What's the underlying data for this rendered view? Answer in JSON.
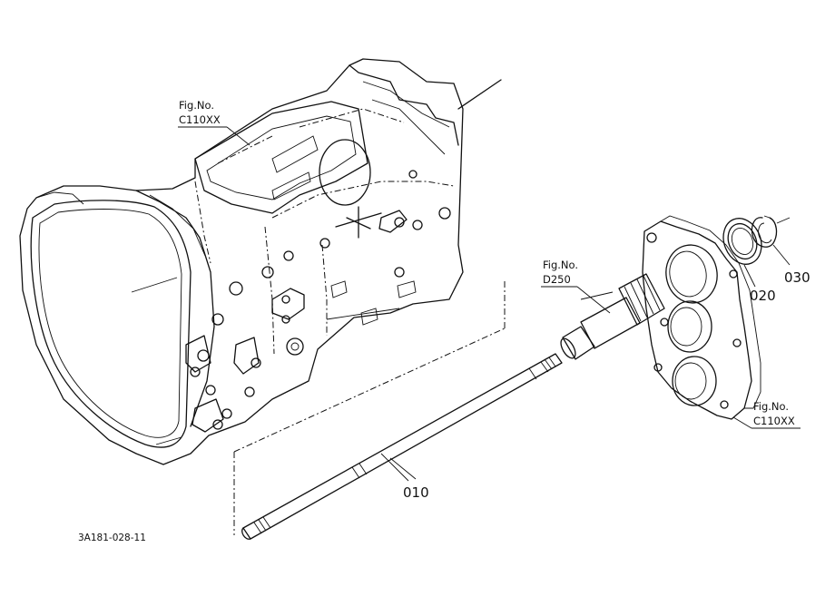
{
  "diagram": {
    "callouts": {
      "housing_top": {
        "line1": "Fig.No.",
        "line2": "C110XX"
      },
      "shaft_bearing": {
        "line1": "Fig.No.",
        "line2": "D250"
      },
      "cover_plate": {
        "line1": "Fig.No.",
        "line2": "C110XX"
      }
    },
    "parts": {
      "shaft": "010",
      "seal": "020",
      "snap_ring": "030"
    },
    "drawing_code": "3A181-028-11"
  }
}
